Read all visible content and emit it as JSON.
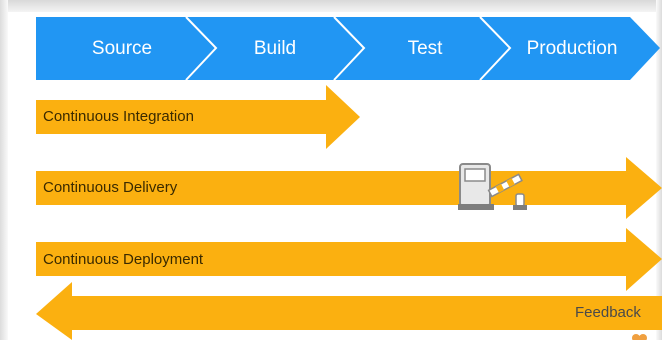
{
  "pipeline": {
    "stages": [
      {
        "label": "Source"
      },
      {
        "label": "Build"
      },
      {
        "label": "Test"
      },
      {
        "label": "Production"
      }
    ]
  },
  "arrows": {
    "integration": {
      "label": "Continuous Integration"
    },
    "delivery": {
      "label": "Continuous Delivery"
    },
    "deployment": {
      "label": "Continuous Deployment"
    },
    "feedback": {
      "label": "Feedback"
    }
  },
  "colors": {
    "stage_blue": "#2196f3",
    "arrow_orange": "#fbb010",
    "chevron_separator": "#ffffff",
    "gate_gray": "#9e9e9e"
  },
  "icons": {
    "gate": "barrier-gate-icon"
  }
}
